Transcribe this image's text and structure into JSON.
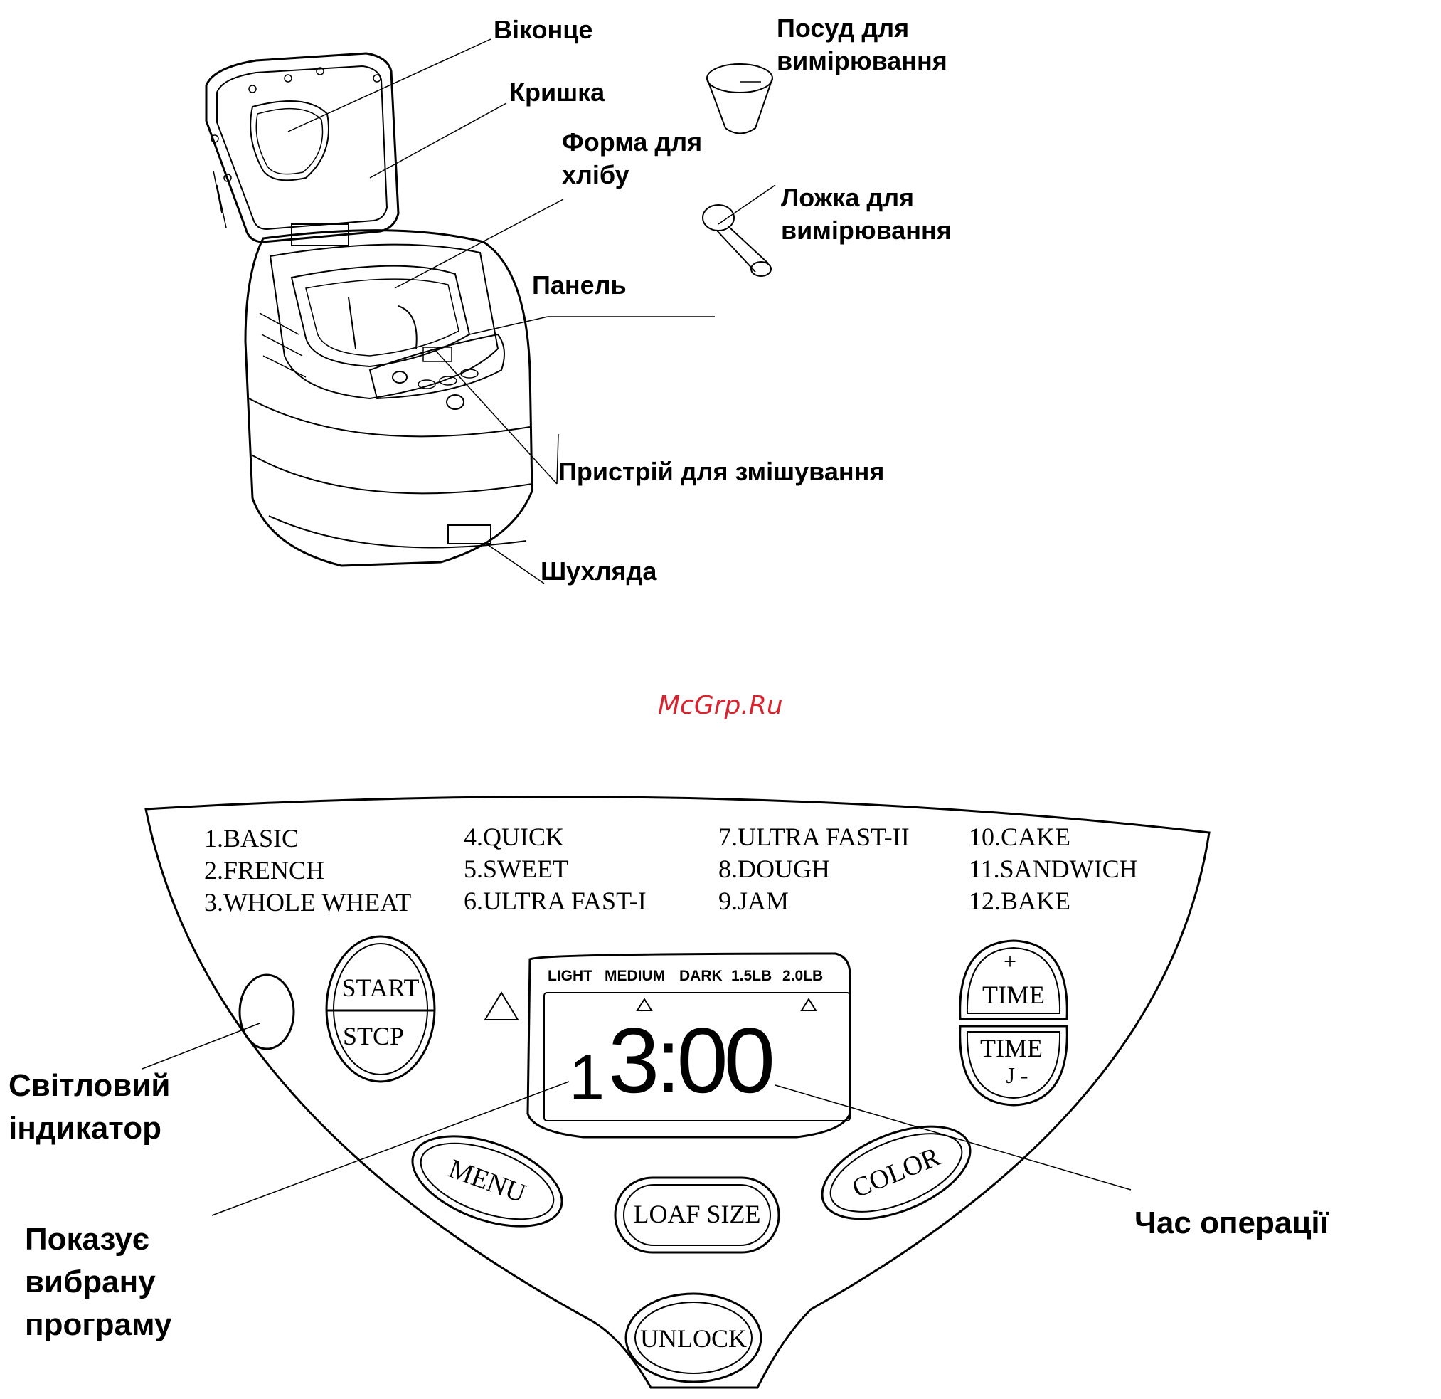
{
  "top_diagram": {
    "labels": {
      "window": "Віконце",
      "lid": "Кришка",
      "pan_line1": "Форма для",
      "pan_line2": "хлібу",
      "cup_line1": "Посуд для",
      "cup_line2": "вимірювання",
      "spoon_line1": "Ложка для",
      "spoon_line2": "вимірювання",
      "panel": "Панель",
      "mixer": "Пристрій для змішування",
      "drawer": "Шухляда"
    }
  },
  "watermark": "McGrp.Ru",
  "control_panel": {
    "programs": [
      [
        "1.BASIC",
        "2.FRENCH",
        "3.WHOLE WHEAT"
      ],
      [
        "4.QUICK",
        "5.SWEET",
        "6.ULTRA FAST-I"
      ],
      [
        "7.ULTRA FAST-II",
        "8.DOUGH",
        "9.JAM"
      ],
      [
        "10.CAKE",
        "11.SANDWICH",
        "12.BAKE"
      ]
    ],
    "lcd_header": [
      "LIGHT",
      "MEDIUM",
      "DARK",
      "1.5LB",
      "2.0LB"
    ],
    "lcd_program": "1",
    "lcd_time": "3:00",
    "buttons": {
      "start": "START",
      "stop": "STCP",
      "time_plus_sign": "+",
      "time_plus": "TIME",
      "time_minus": "TIME",
      "time_minus_sign": "J -",
      "menu": "MENU",
      "loaf_size": "LOAF SIZE",
      "color": "COLOR",
      "unlock": "UNLOCK"
    },
    "callouts": {
      "indicator_line1": "Світловий",
      "indicator_line2": "індикатор",
      "program_line1": "Показує",
      "program_line2": "вибрану",
      "program_line3": "програму",
      "operation_time": "Час операції"
    }
  }
}
